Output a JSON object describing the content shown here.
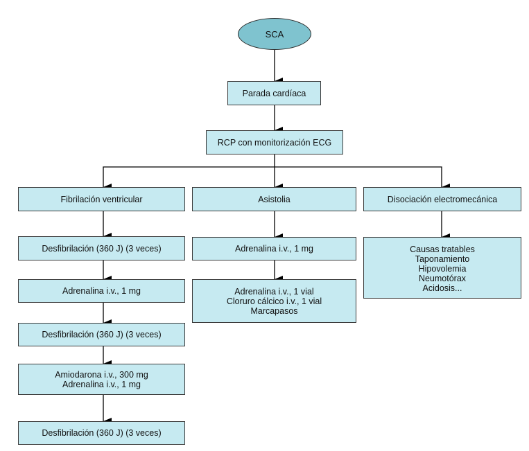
{
  "colors": {
    "box_fill": "#c6eaf1",
    "oval_fill": "#7fc3cf",
    "stroke": "#000000"
  },
  "start": {
    "label": "SCA"
  },
  "arrest": {
    "label": "Parada cardíaca"
  },
  "cpr": {
    "label": "RCP con monitorización ECG"
  },
  "vf": {
    "title": "Fibrilación ventricular",
    "step1": "Desfibrilación (360 J) (3 veces)",
    "step2": "Adrenalina i.v., 1 mg",
    "step3": "Desfibrilación (360 J) (3 veces)",
    "step4": [
      "Amiodarona i.v., 300 mg",
      "Adrenalina i.v., 1 mg"
    ],
    "step5": "Desfibrilación (360 J) (3 veces)"
  },
  "asystole": {
    "title": "Asistolia",
    "step1": "Adrenalina i.v., 1 mg",
    "step2": [
      "Adrenalina i.v., 1 vial",
      "Cloruro cálcico i.v., 1 vial",
      "Marcapasos"
    ]
  },
  "emd": {
    "title": "Disociación electromecánica",
    "causes": [
      "Causas tratables",
      "Taponamiento",
      "Hipovolemia",
      "Neumotórax",
      "Acidosis..."
    ]
  }
}
